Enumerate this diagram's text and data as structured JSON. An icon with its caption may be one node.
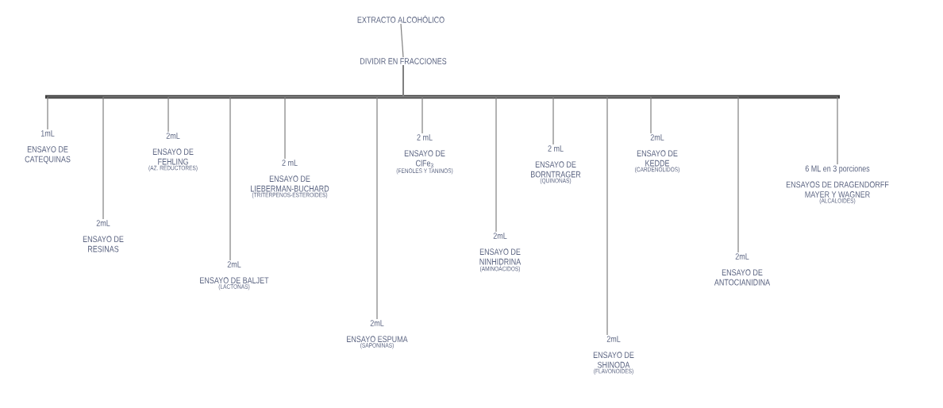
{
  "diagram": {
    "nodes": [
      {
        "text": [
          "EXTRACTO ALCOHÓLICO"
        ]
      },
      {
        "text": [
          "DIVIDIR EN FRACCIONES"
        ]
      },
      {
        "text": [
          "1mL",
          "ENSAYO DE CATEQUINAS"
        ]
      },
      {
        "text": [
          "2mL",
          "ENSAYO DE RESINAS"
        ]
      },
      {
        "text": [
          "2mL",
          "ENSAYO DE FEHLING",
          "(AZ. REDUCTORES)"
        ]
      },
      {
        "text": [
          "2mL",
          "ENSAYO DE BALJET",
          "(LACTONAS)"
        ]
      },
      {
        "text": [
          "2 mL",
          "ENSAYO DE LIEBERMAN-BUCHARD",
          "(TRITERPENOS-ESTEROIDES)"
        ]
      },
      {
        "text": [
          "2mL",
          "ENSAYO ESPUMA",
          "(SAPONINAS)"
        ]
      },
      {
        "text": [
          "2 mL",
          "ENSAYO DE ClFe$_{3}$",
          "(FENOLES Y TANINOS)"
        ]
      },
      {
        "text": [
          "2mL",
          "ENSAYO DE NINHIDRINA",
          "(AMINOÁCIDOS)"
        ]
      },
      {
        "text": [
          "2 mL",
          "ENSAYO DE BORNTRAGER",
          "(QUINONAS)"
        ]
      },
      {
        "text": [
          "2mL",
          "ENSAYO DE SHINODA",
          "(FLAVONOIDES)"
        ]
      },
      {
        "text": [
          "2mL",
          "ENSAYO DE KEDDE",
          "(CARDENOLIDOS)"
        ]
      },
      {
        "text": [
          "2mL",
          "ENSAYO DE ANTOCIANIDINA"
        ]
      },
      {
        "text": [
          "6 ML en 3 porciones",
          "ENSAYOS DE DRAGENDORFF MAYER Y WAGNER",
          "(ALCALOIDES)"
        ]
      }
    ],
    "edges": [
      {
        "from": 0,
        "to": 1,
        "arrow": "none"
      },
      {
        "from": 1,
        "to": 2,
        "arrow": "none"
      },
      {
        "from": 1,
        "to": 3,
        "arrow": "none"
      },
      {
        "from": 1,
        "to": 4,
        "arrow": "none"
      },
      {
        "from": 1,
        "to": 5,
        "arrow": "none"
      },
      {
        "from": 1,
        "to": 6,
        "arrow": "none"
      },
      {
        "from": 1,
        "to": 7,
        "arrow": "none"
      },
      {
        "from": 1,
        "to": 8,
        "arrow": "none"
      },
      {
        "from": 1,
        "to": 9,
        "arrow": "none"
      },
      {
        "from": 1,
        "to": 10,
        "arrow": "none"
      },
      {
        "from": 1,
        "to": 11,
        "arrow": "none"
      },
      {
        "from": 1,
        "to": 12,
        "arrow": "none"
      },
      {
        "from": 1,
        "to": 13,
        "arrow": "none"
      },
      {
        "from": 1,
        "to": 14,
        "arrow": "none"
      }
    ]
  }
}
